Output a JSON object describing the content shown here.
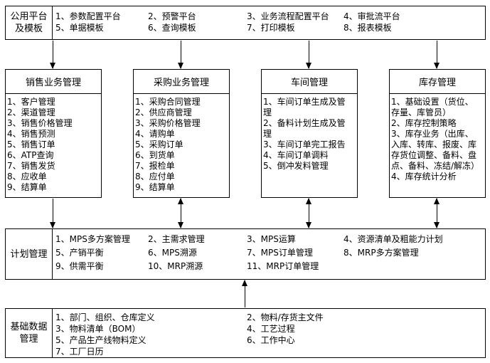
{
  "platform": {
    "title_lines": [
      "公用平台",
      "及模板"
    ],
    "columns": [
      [
        "1、参数配置平台",
        "5、单据模板"
      ],
      [
        "2、预警平台",
        "6、查询模板"
      ],
      [
        "3、业务流程配置平台",
        "7、打印模板"
      ],
      [
        "4、审批流平台",
        "8、报表模板"
      ]
    ]
  },
  "sales": {
    "title": "销售业务管理",
    "items": [
      "1、客户管理",
      "2、渠道管理",
      "3、销售价格管理",
      "4、销售预测",
      "5、销售订单",
      "6、ATP查询",
      "7、销售发货",
      "8、应收单",
      "9、结算单"
    ]
  },
  "purchase": {
    "title": "采购业务管理",
    "items": [
      "1、采购合同管理",
      "2、供应商管理",
      "3、采购价格管理",
      "4、请购单",
      "5、采购订单",
      "6、到货单",
      "7、报检单",
      "8、应付单",
      "9、结算单"
    ]
  },
  "workshop": {
    "title": "车间管理",
    "items": [
      "1、车间订单生成及管理",
      "2、备料计划生成及管理",
      "3、车间订单完工报告",
      "4、车间订单调料",
      "5、倒冲发料管理"
    ]
  },
  "inventory": {
    "title": "库存管理",
    "items": [
      "1、基础设置（货位、存量、库管员）",
      "2、库存控制策略",
      "3、库存业务（出库、入库、转库、报废、库存货位调整、备料、盘点、备料、冻结/解冻）",
      "4、库存统计分析"
    ]
  },
  "plan": {
    "title": "计划管理",
    "columns": [
      [
        "1、MPS多方案管理",
        "5、产销平衡",
        "9、供需平衡"
      ],
      [
        "2、主需求管理",
        "6、MPS溯源",
        "10、MRP溯源"
      ],
      [
        "3、MPS运算",
        "7、MPS订单管理",
        "11、MRP订单管理"
      ],
      [
        "4、资源清单及粗能力计划",
        "8、MRP多方案管理"
      ]
    ]
  },
  "basic": {
    "title_lines": [
      "基础数据",
      "管理"
    ],
    "columns": [
      [
        "1、部门、组织、仓库定义",
        "3、物料清单（BOM）",
        "5、产品生产线物料定义",
        "7、工厂日历"
      ],
      [
        "2、物料/存货主文件",
        "4、工艺过程",
        "6、工作中心"
      ]
    ]
  },
  "connections": [
    {
      "from": "platform",
      "to": "sales",
      "type": "down"
    },
    {
      "from": "platform",
      "to": "purchase",
      "type": "down"
    },
    {
      "from": "platform",
      "to": "workshop",
      "type": "down"
    },
    {
      "from": "platform",
      "to": "inventory",
      "type": "down"
    },
    {
      "from": "sales",
      "to": "plan",
      "type": "down"
    },
    {
      "from": "purchase",
      "to": "plan",
      "type": "bidirectional"
    },
    {
      "from": "workshop",
      "to": "plan",
      "type": "bidirectional"
    },
    {
      "from": "inventory",
      "to": "plan",
      "type": "bidirectional"
    },
    {
      "from": "basic",
      "to": "plan",
      "type": "up"
    }
  ],
  "colors": {
    "line": "#000000",
    "background": "#ffffff"
  }
}
